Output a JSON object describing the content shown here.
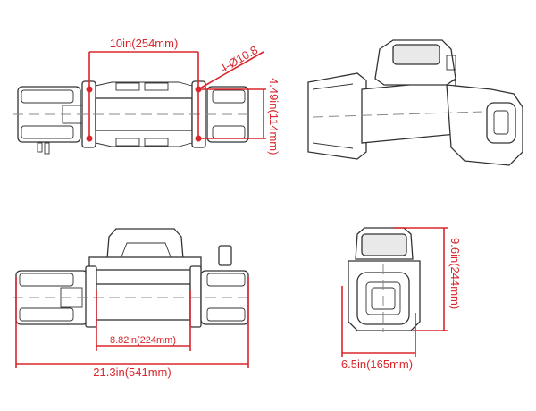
{
  "colors": {
    "dimension": "#d8262c",
    "outline": "#333333"
  },
  "top_view": {
    "width_label": "10in(254mm)",
    "holes_label": "4-Ø10.8",
    "height_label": "4.49in(114mm)"
  },
  "front_view": {
    "drum_label": "8.82in(224mm)",
    "length_label": "21.3in(541mm)"
  },
  "side_view": {
    "height_label": "9.6in(244mm)",
    "width_label": "6.5in(165mm)"
  }
}
